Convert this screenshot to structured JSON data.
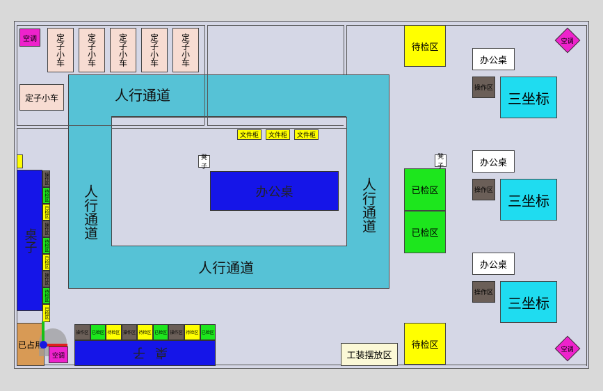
{
  "colors": {
    "background": "#d9d9d9",
    "floor": "#d5d7e6",
    "walkway": "#56c2d6",
    "desk_blue": "#1515e8",
    "magenta": "#ee22cc",
    "yellow": "#ffff00",
    "green": "#1de61d",
    "cyan": "#1fdcf0",
    "dark": "#6b5f58",
    "orange": "#d89a55",
    "cream": "#fbf8d6",
    "cart": "#f7dcd2"
  },
  "top_left": {
    "ac": "空调",
    "carts": [
      "定子小车",
      "定子小车",
      "定子小车",
      "定子小车",
      "定子小车"
    ],
    "cart_left": "定子小车"
  },
  "walkway": {
    "top": "人行通道",
    "left": "人行通道",
    "right": "人行通道",
    "bottom": "人行通道"
  },
  "file_cabinets": [
    "文件柜",
    "文件柜",
    "文件柜"
  ],
  "center": {
    "stool": "凳子",
    "desk": "办公桌"
  },
  "middle_right": {
    "pending_top": "待检区",
    "stool": "凳子",
    "inspected_1": "已检区",
    "inspected_2": "已检区",
    "pending_bottom": "待检区"
  },
  "right_zone": {
    "ac_top": "空调",
    "ac_bottom": "空调",
    "stations": [
      {
        "desk": "办公桌",
        "op": "操作区",
        "cmm": "三坐标"
      },
      {
        "desk": "办公桌",
        "op": "操作区",
        "cmm": "三坐标"
      },
      {
        "desk": "办公桌",
        "op": "操作区",
        "cmm": "三坐标"
      }
    ]
  },
  "left_bench": {
    "table": "桌子",
    "cells": [
      "操作区",
      "待检区",
      "已检区",
      "操作区",
      "待检区",
      "已检区",
      "操作区",
      "待检区",
      "已检区"
    ]
  },
  "bottom_left": {
    "occupied": "已占用",
    "ac": "空调",
    "table": "桌子",
    "cells": [
      "操作区",
      "已检区",
      "待检区",
      "操作区",
      "待检区",
      "已检区",
      "操作区",
      "待检区",
      "已检区"
    ]
  },
  "tooling": "工装摆放区"
}
